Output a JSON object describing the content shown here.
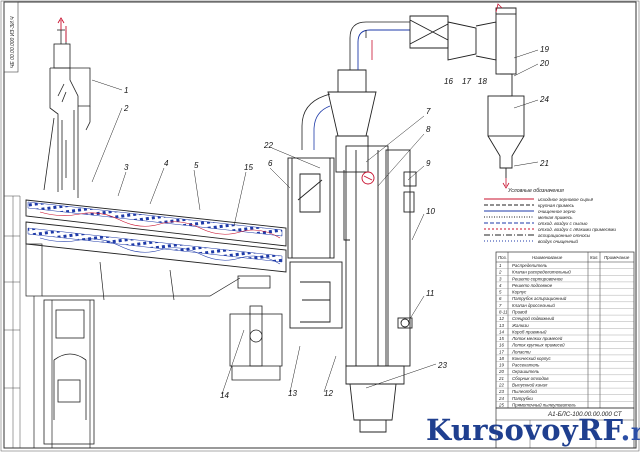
{
  "stamp": "ЧЕ 00.00.000 ИЗ-ЗИ.Ч",
  "legend": {
    "title": "Условные обозначения",
    "items": [
      "исходное зерновое сырьё",
      "крупная примесь",
      "очищенное зерно",
      "мелкая примесь",
      "отход. воздух с пылью",
      "отход. воздух с лёгкими примесями",
      "аспирационные относы",
      "воздух очищенный"
    ]
  },
  "callouts": [
    "1",
    "2",
    "3",
    "4",
    "5",
    "6",
    "7",
    "8",
    "9",
    "10",
    "11",
    "12",
    "13",
    "14",
    "15",
    "16",
    "17",
    "18",
    "19",
    "20",
    "21",
    "22",
    "23",
    "24"
  ],
  "spec": {
    "headers": [
      "Поз.",
      "Наименование",
      "Кол.",
      "Примечание"
    ],
    "rows": [
      {
        "pos": "1",
        "name": "Распределитель"
      },
      {
        "pos": "2",
        "name": "Клапан распределительный"
      },
      {
        "pos": "3",
        "name": "Решето сортировочное"
      },
      {
        "pos": "4",
        "name": "Решето подсевное"
      },
      {
        "pos": "5",
        "name": "Корпус"
      },
      {
        "pos": "6",
        "name": "Патрубок аспирационный"
      },
      {
        "pos": "7",
        "name": "Клапан дроссельный"
      },
      {
        "pos": "8-11",
        "name": "Привод"
      },
      {
        "pos": "12",
        "name": "Спецрой подвижный"
      },
      {
        "pos": "13",
        "name": "Жалюзи"
      },
      {
        "pos": "14",
        "name": "Короб приемный"
      },
      {
        "pos": "15",
        "name": "Лоток мелких примесей"
      },
      {
        "pos": "16",
        "name": "Лоток крупных примесей"
      },
      {
        "pos": "17",
        "name": "Лопасти"
      },
      {
        "pos": "18",
        "name": "Конический корпус"
      },
      {
        "pos": "19",
        "name": "Рассекатель"
      },
      {
        "pos": "20",
        "name": "Окрашитель"
      },
      {
        "pos": "21",
        "name": "Сборник отходов"
      },
      {
        "pos": "22",
        "name": "Выпускной канал"
      },
      {
        "pos": "23",
        "name": "Пылеотбой"
      },
      {
        "pos": "24",
        "name": "Патрубки"
      },
      {
        "pos": "25",
        "name": "Прямоточный пылеуловитель"
      }
    ]
  },
  "title_block": {
    "code": "А1-БЛС-100.00.00.000 СТ"
  },
  "watermark": {
    "main": "KursovoyRF",
    "dot": ".",
    "tld": "ru"
  }
}
